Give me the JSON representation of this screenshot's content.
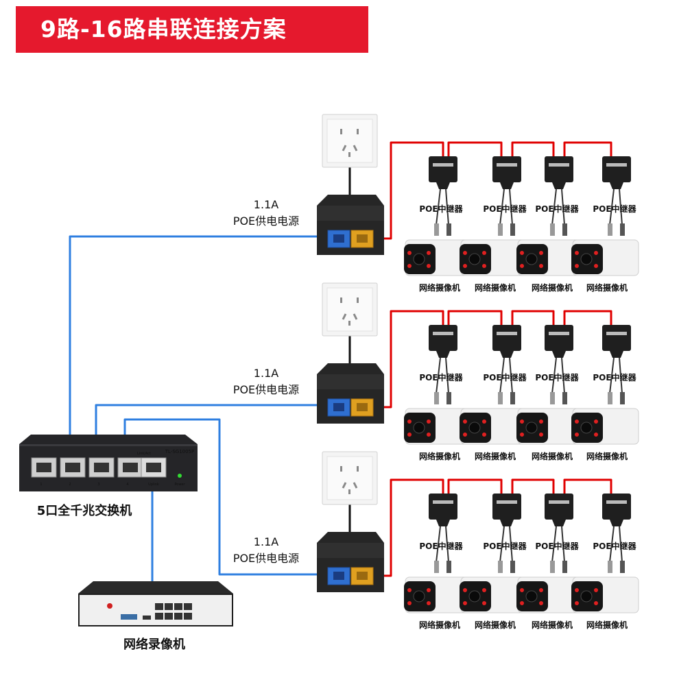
{
  "title": "9路-16路串联连接方案",
  "psu": {
    "rating": "1.1A",
    "name": "POE供电电源"
  },
  "repeater_label": "POE中继器",
  "camera_label": "网络摄像机",
  "switch": {
    "label": "5口全千兆交换机",
    "model": "TL-SG1005P",
    "port_labels": [
      "1",
      "2",
      "3",
      "4",
      "Link/Act",
      "Uplink",
      "Power"
    ]
  },
  "nvr_label": "网络录像机",
  "colors": {
    "accent": "#e5192d",
    "poe_line": "#e00000",
    "data_line": "#2f7fe0",
    "device": "#222222"
  },
  "icons": [
    "power-outlet-icon",
    "poe-injector-icon",
    "poe-repeater-icon",
    "camera-icon",
    "switch-icon",
    "nvr-icon"
  ]
}
